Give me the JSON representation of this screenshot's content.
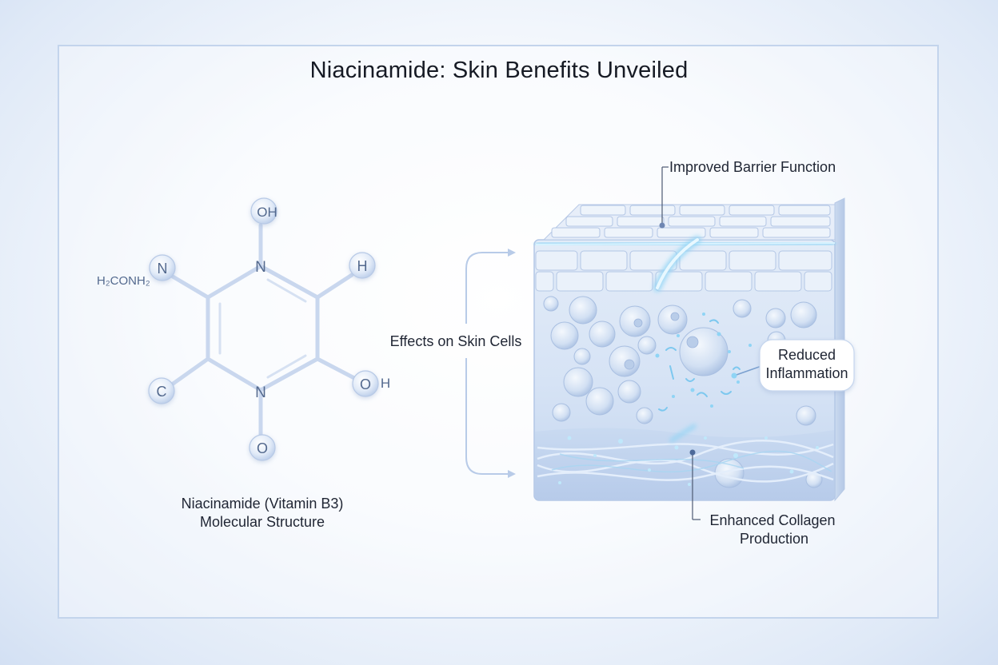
{
  "title": "Niacinamide: Skin Benefits Unveiled",
  "molecule": {
    "atoms": {
      "n_top": "N",
      "n_bottom": "N",
      "oh_top": "OH",
      "o_bottom": "O",
      "h_right": "H",
      "o_right": "O",
      "h_right_suffix": "H",
      "c_left": "C",
      "n_left": "N",
      "sub_left": "H₂CONH₂"
    },
    "caption_line1": "Niacinamide (Vitamin B3)",
    "caption_line2": "Molecular Structure"
  },
  "effects_label": "Effects on Skin Cells",
  "callouts": {
    "barrier": "Improved Barrier Function",
    "inflammation_line1": "Reduced",
    "inflammation_line2": "Inflammation",
    "collagen_line1": "Enhanced Collagen",
    "collagen_line2": "Production"
  },
  "colors": {
    "line": "#c7d6ee",
    "atom_fill": "#dbe6f7",
    "skin_base": "#dbe6f6",
    "glow": "#8fd4f5"
  }
}
